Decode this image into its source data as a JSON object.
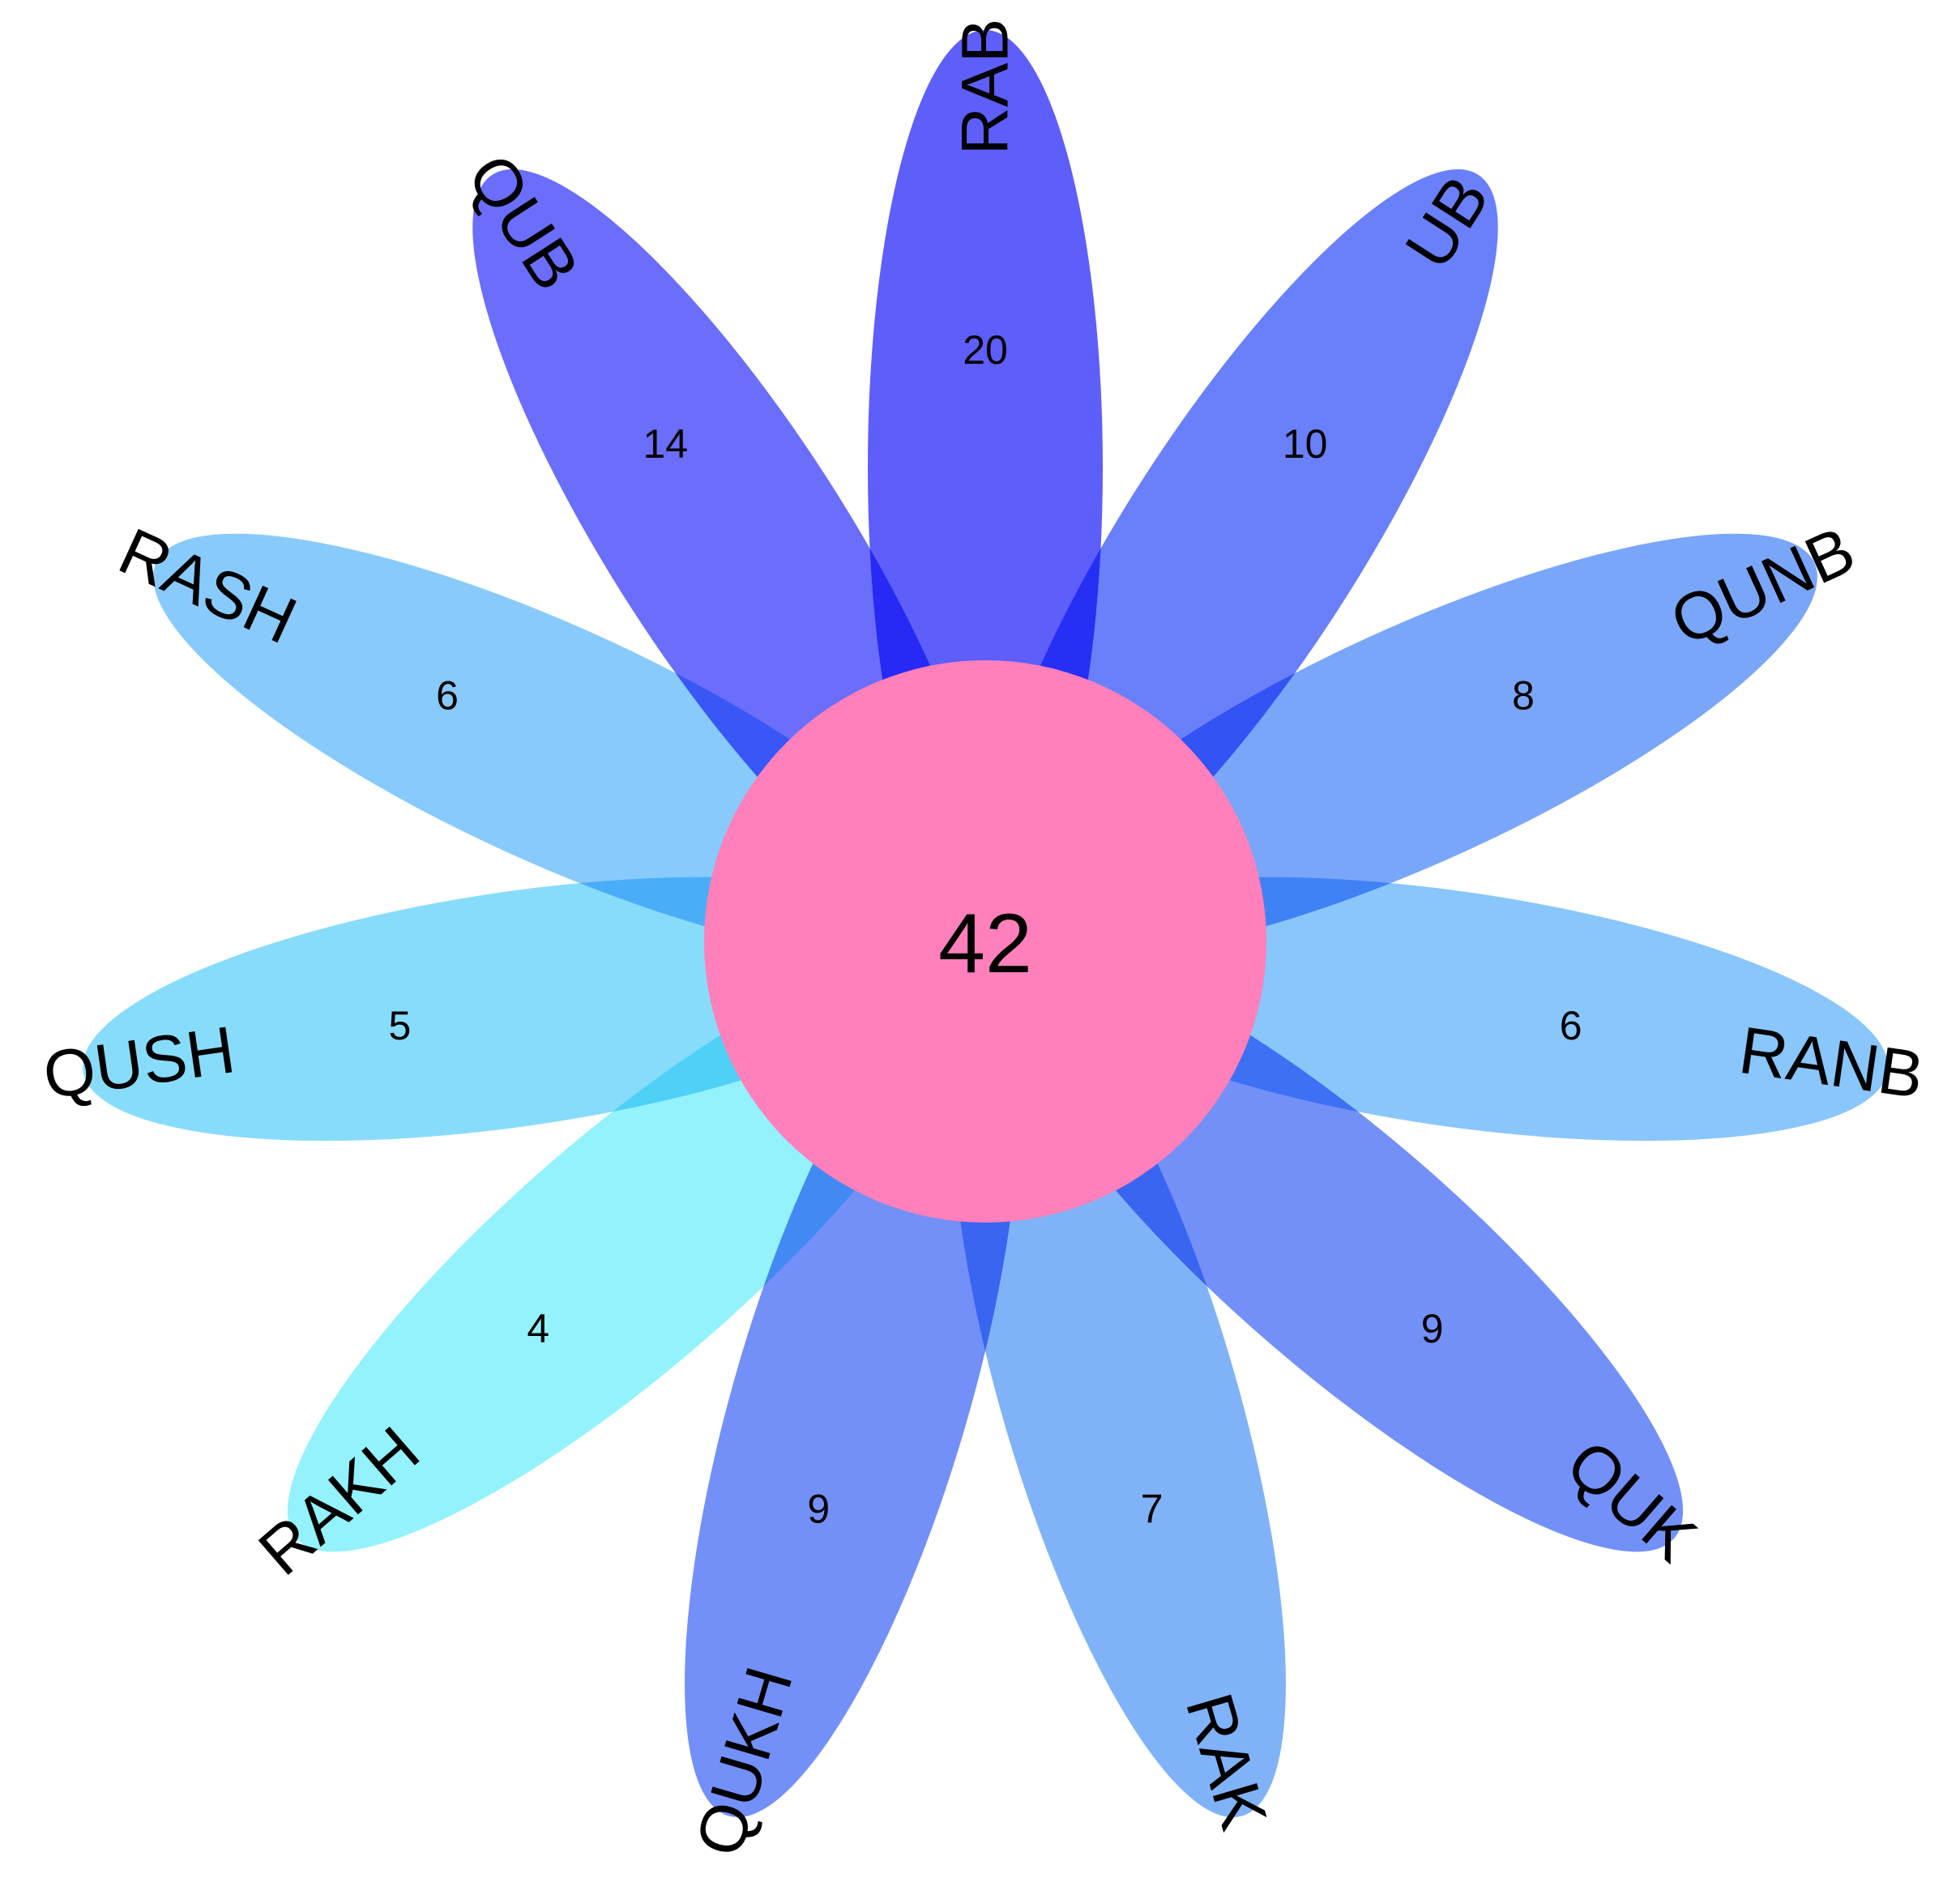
{
  "diagram": {
    "type": "flower-venn",
    "core": {
      "value": "42",
      "color": "#FF80BA"
    },
    "petals": [
      {
        "label": "RAB",
        "value": "20",
        "color": "#5E5EFA"
      },
      {
        "label": "UB",
        "value": "10",
        "color": "#6A80FA"
      },
      {
        "label": "QUNB",
        "value": "8",
        "color": "#7AA6FA"
      },
      {
        "label": "RANB",
        "value": "6",
        "color": "#88C6FB"
      },
      {
        "label": "QUK",
        "value": "9",
        "color": "#7390F8"
      },
      {
        "label": "RAK",
        "value": "7",
        "color": "#80B2F8"
      },
      {
        "label": "QUKH",
        "value": "9",
        "color": "#7390F8"
      },
      {
        "label": "RAKH",
        "value": "4",
        "color": "#93F2FB"
      },
      {
        "label": "QUSH",
        "value": "5",
        "color": "#88DCFB"
      },
      {
        "label": "RASH",
        "value": "6",
        "color": "#88CAFB"
      },
      {
        "label": "QUB",
        "value": "14",
        "color": "#6A6EFA"
      }
    ]
  }
}
